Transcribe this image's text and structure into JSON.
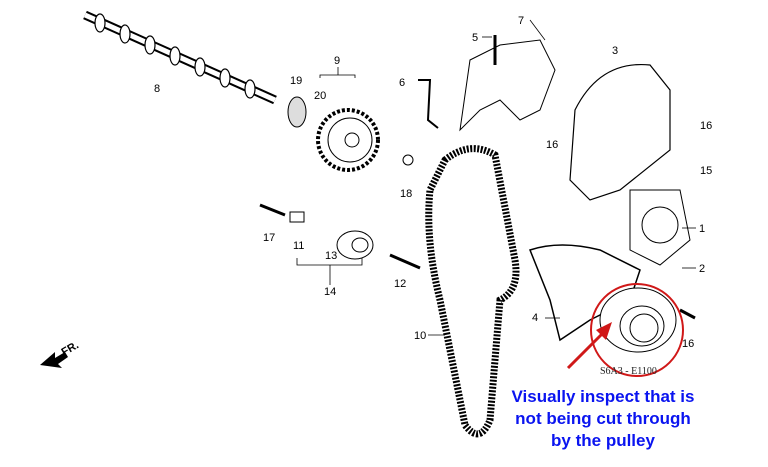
{
  "diagram": {
    "callouts": [
      "8",
      "19",
      "20",
      "9",
      "5",
      "7",
      "6",
      "3",
      "16",
      "16",
      "18",
      "15",
      "17",
      "11",
      "13",
      "14",
      "12",
      "1",
      "2",
      "4",
      "10",
      "16"
    ],
    "direction_label": "FR.",
    "drawing_code": "S6A3 - E1100",
    "annotation": {
      "lines": [
        "Visually inspect that is",
        "not being cut through",
        "by the pulley"
      ],
      "color": "#0a14f0",
      "highlight_color": "#d01818"
    }
  }
}
